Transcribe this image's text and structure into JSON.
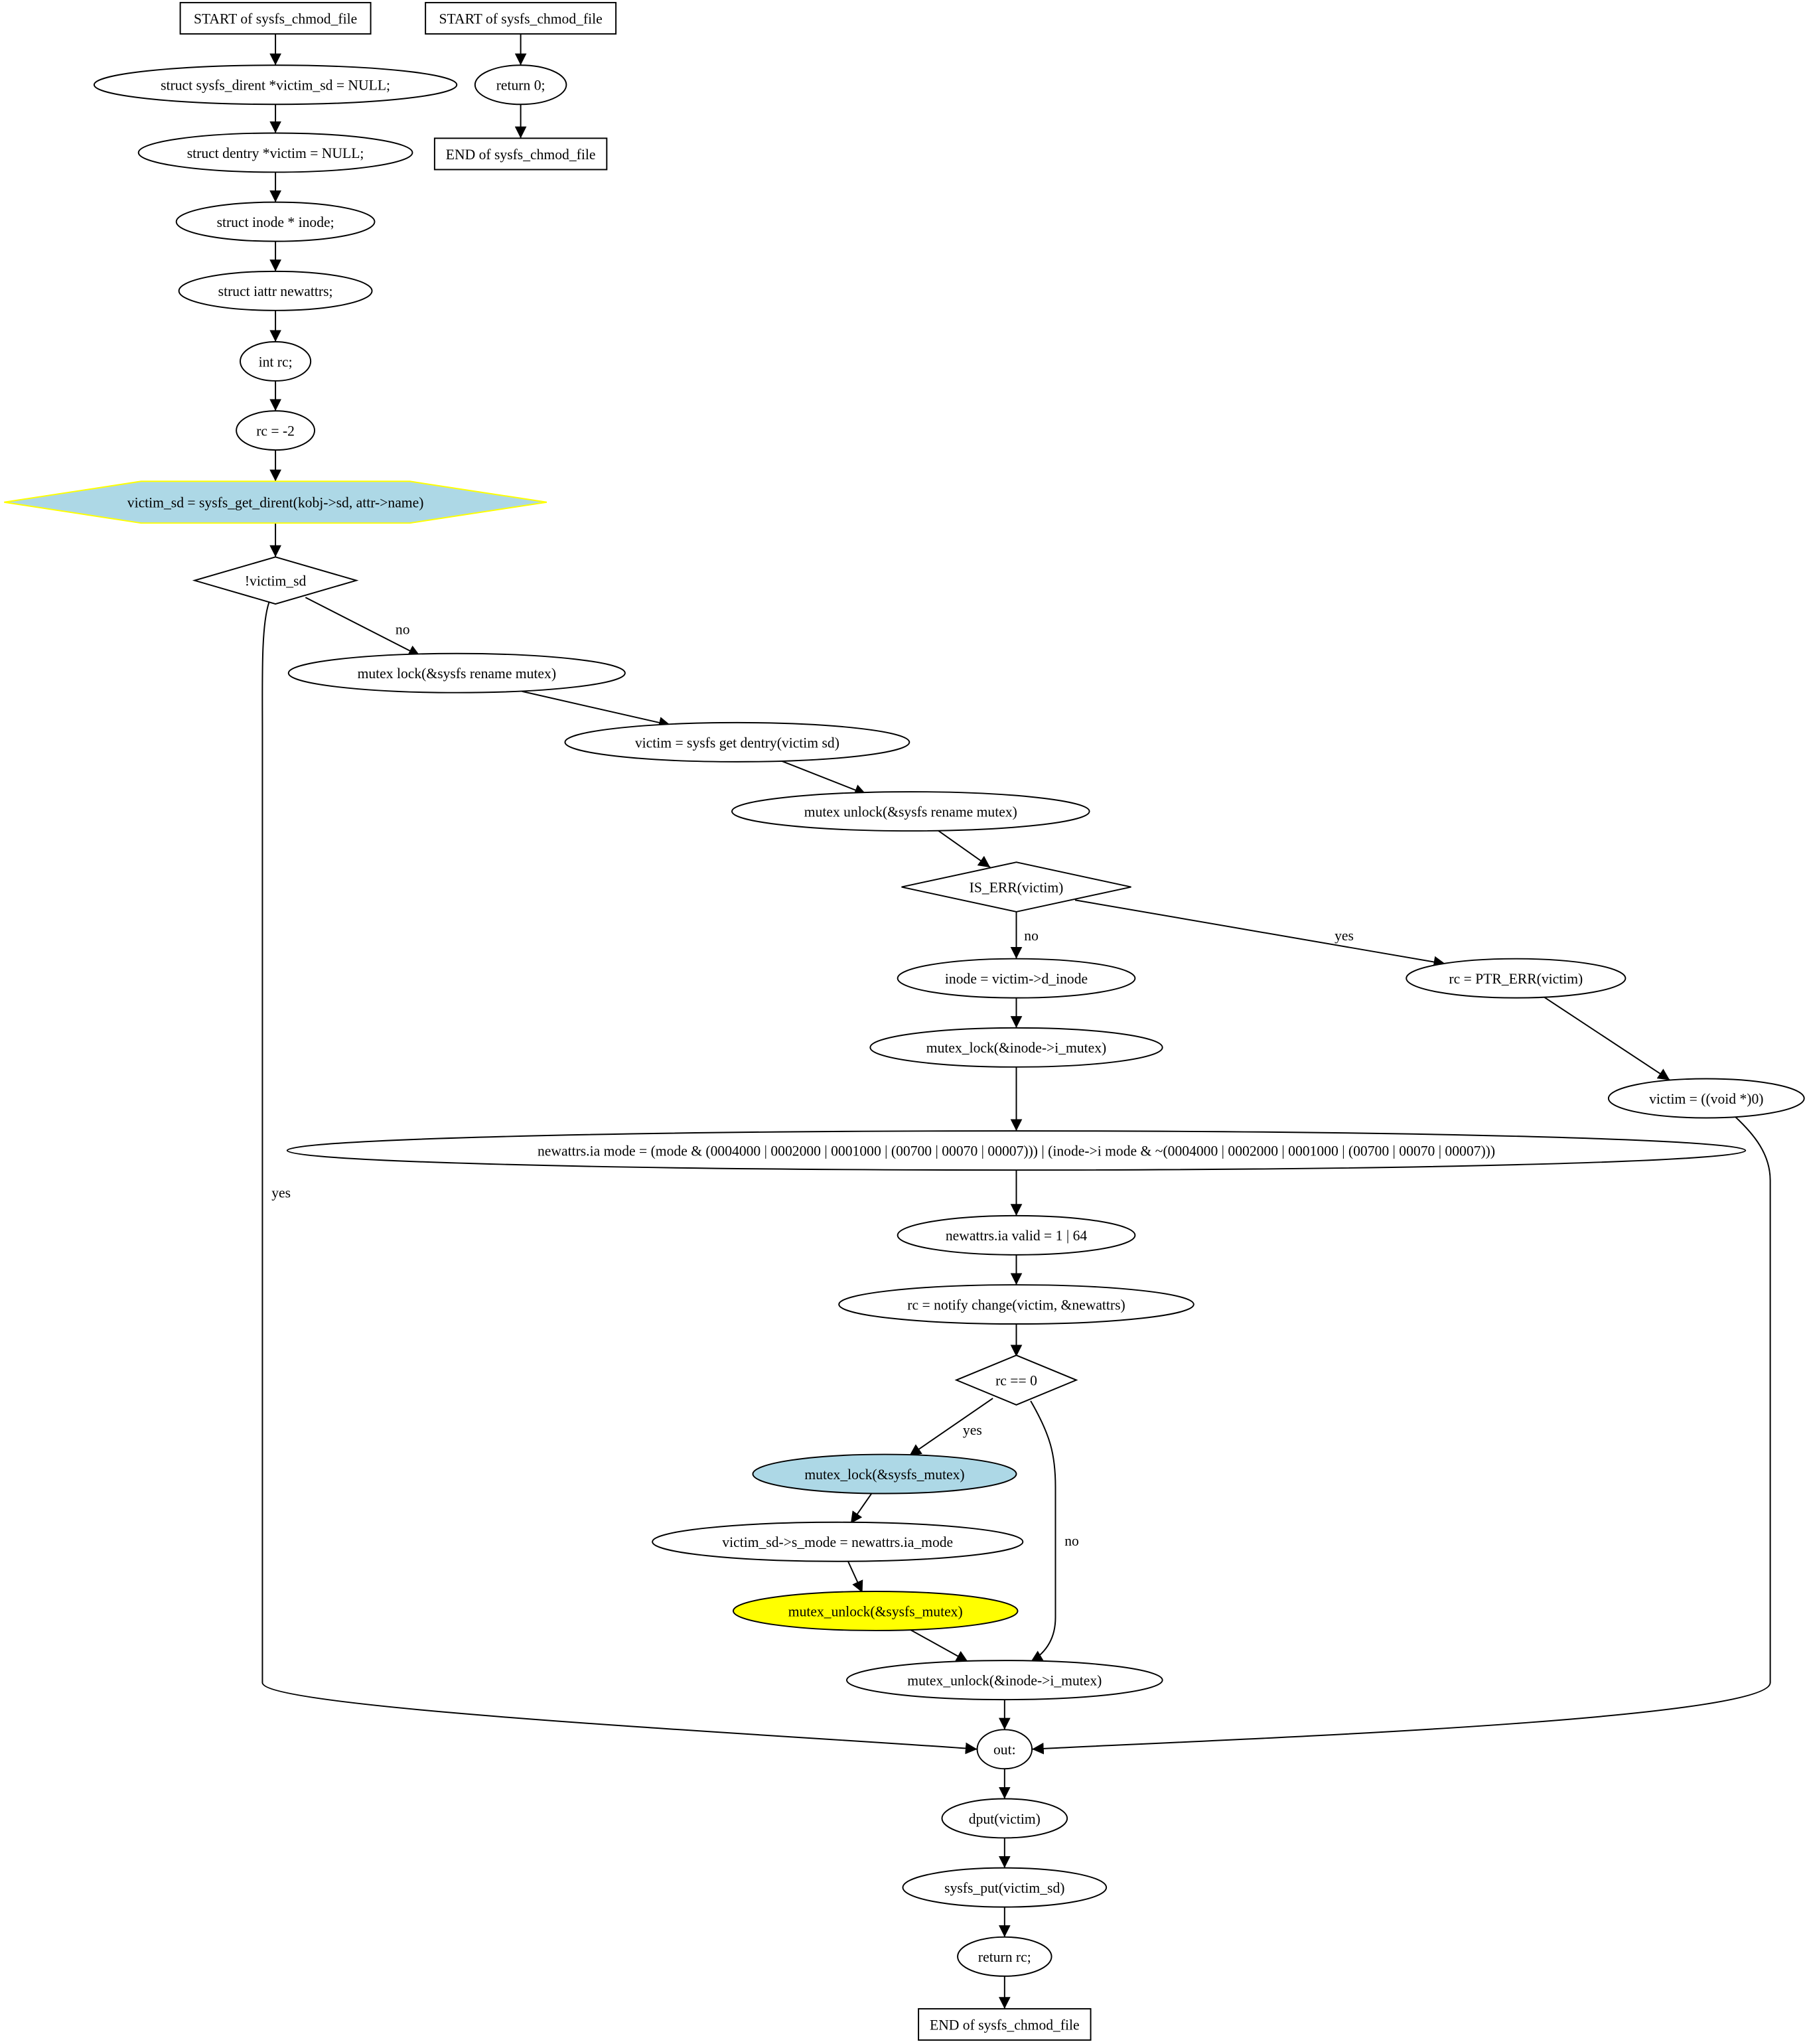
{
  "nodes": [
    {
      "id": "start1",
      "label": "START of sysfs_chmod_file",
      "shape": "box"
    },
    {
      "id": "start2",
      "label": "START of sysfs_chmod_file",
      "shape": "box"
    },
    {
      "id": "ret0",
      "label": "return 0;",
      "shape": "ellipse"
    },
    {
      "id": "end2",
      "label": "END of sysfs_chmod_file",
      "shape": "box"
    },
    {
      "id": "n1",
      "label": "struct sysfs_dirent *victim_sd = NULL;",
      "shape": "ellipse"
    },
    {
      "id": "n2",
      "label": "struct dentry *victim = NULL;",
      "shape": "ellipse"
    },
    {
      "id": "n3",
      "label": "struct inode * inode;",
      "shape": "ellipse"
    },
    {
      "id": "n4",
      "label": "struct iattr newattrs;",
      "shape": "ellipse"
    },
    {
      "id": "n5",
      "label": "int rc;",
      "shape": "ellipse"
    },
    {
      "id": "n6",
      "label": "rc = -2",
      "shape": "ellipse"
    },
    {
      "id": "n7",
      "label": "victim_sd = sysfs_get_dirent(kobj->sd, attr->name)",
      "shape": "hexagon",
      "fill": "#add8e6",
      "stroke": "#ffff00"
    },
    {
      "id": "d1",
      "label": "!victim_sd",
      "shape": "diamond"
    },
    {
      "id": "n8",
      "label": "mutex  lock(&sysfs  rename  mutex)",
      "shape": "ellipse"
    },
    {
      "id": "n9",
      "label": "victim = sysfs  get  dentry(victim  sd)",
      "shape": "ellipse"
    },
    {
      "id": "n10",
      "label": "mutex  unlock(&sysfs  rename  mutex)",
      "shape": "ellipse"
    },
    {
      "id": "d2",
      "label": "IS_ERR(victim)",
      "shape": "diamond"
    },
    {
      "id": "n11",
      "label": "inode = victim->d_inode",
      "shape": "ellipse"
    },
    {
      "id": "n12",
      "label": "rc = PTR_ERR(victim)",
      "shape": "ellipse"
    },
    {
      "id": "n13",
      "label": "mutex_lock(&inode->i_mutex)",
      "shape": "ellipse"
    },
    {
      "id": "n14",
      "label": "victim = ((void *)0)",
      "shape": "ellipse"
    },
    {
      "id": "n15",
      "label": "newattrs.ia  mode = (mode & (0004000 | 0002000 | 0001000 | (00700 | 00070 | 00007))) | (inode->i  mode & ~(0004000 | 0002000 | 0001000 | (00700 | 00070 | 00007)))",
      "shape": "ellipse"
    },
    {
      "id": "n16",
      "label": "newattrs.ia  valid = 1 | 64",
      "shape": "ellipse"
    },
    {
      "id": "n17",
      "label": "rc = notify  change(victim, &newattrs)",
      "shape": "ellipse"
    },
    {
      "id": "d3",
      "label": "rc == 0",
      "shape": "diamond"
    },
    {
      "id": "n18",
      "label": "mutex_lock(&sysfs_mutex)",
      "shape": "ellipse",
      "fill": "#add8e6"
    },
    {
      "id": "n19",
      "label": "victim_sd->s_mode = newattrs.ia_mode",
      "shape": "ellipse"
    },
    {
      "id": "n20",
      "label": "mutex_unlock(&sysfs_mutex)",
      "shape": "ellipse",
      "fill": "#ffff00"
    },
    {
      "id": "n21",
      "label": "mutex_unlock(&inode->i_mutex)",
      "shape": "ellipse"
    },
    {
      "id": "n22",
      "label": "out:",
      "shape": "ellipse"
    },
    {
      "id": "n23",
      "label": "dput(victim)",
      "shape": "ellipse"
    },
    {
      "id": "n24",
      "label": "sysfs_put(victim_sd)",
      "shape": "ellipse"
    },
    {
      "id": "n25",
      "label": "return rc;",
      "shape": "ellipse"
    },
    {
      "id": "end1",
      "label": "END of sysfs_chmod_file",
      "shape": "box"
    }
  ],
  "edges": [
    {
      "id": "e1",
      "from": "start1",
      "to": "n1",
      "label": ""
    },
    {
      "id": "e2",
      "from": "n1",
      "to": "n2",
      "label": ""
    },
    {
      "id": "e3",
      "from": "n2",
      "to": "n3",
      "label": ""
    },
    {
      "id": "e4",
      "from": "n3",
      "to": "n4",
      "label": ""
    },
    {
      "id": "e5",
      "from": "n4",
      "to": "n5",
      "label": ""
    },
    {
      "id": "e6",
      "from": "n5",
      "to": "n6",
      "label": ""
    },
    {
      "id": "e7",
      "from": "n6",
      "to": "n7",
      "label": ""
    },
    {
      "id": "e8",
      "from": "n7",
      "to": "d1",
      "label": ""
    },
    {
      "id": "e9",
      "from": "d1",
      "to": "n8",
      "label": "no"
    },
    {
      "id": "e10",
      "from": "d1",
      "to": "n22",
      "label": "yes"
    },
    {
      "id": "e11",
      "from": "n8",
      "to": "n9",
      "label": ""
    },
    {
      "id": "e12",
      "from": "n9",
      "to": "n10",
      "label": ""
    },
    {
      "id": "e13",
      "from": "n10",
      "to": "d2",
      "label": ""
    },
    {
      "id": "e14",
      "from": "d2",
      "to": "n11",
      "label": "no"
    },
    {
      "id": "e15",
      "from": "d2",
      "to": "n12",
      "label": "yes"
    },
    {
      "id": "e16",
      "from": "n11",
      "to": "n13",
      "label": ""
    },
    {
      "id": "e17",
      "from": "n12",
      "to": "n14",
      "label": ""
    },
    {
      "id": "e18",
      "from": "n13",
      "to": "n15",
      "label": ""
    },
    {
      "id": "e19",
      "from": "n14",
      "to": "n22",
      "label": ""
    },
    {
      "id": "e20",
      "from": "n15",
      "to": "n16",
      "label": ""
    },
    {
      "id": "e21",
      "from": "n16",
      "to": "n17",
      "label": ""
    },
    {
      "id": "e22",
      "from": "n17",
      "to": "d3",
      "label": ""
    },
    {
      "id": "e23",
      "from": "d3",
      "to": "n18",
      "label": "yes"
    },
    {
      "id": "e24",
      "from": "d3",
      "to": "n21",
      "label": "no"
    },
    {
      "id": "e25",
      "from": "n18",
      "to": "n19",
      "label": ""
    },
    {
      "id": "e26",
      "from": "n19",
      "to": "n20",
      "label": ""
    },
    {
      "id": "e27",
      "from": "n20",
      "to": "n21",
      "label": ""
    },
    {
      "id": "e28",
      "from": "n21",
      "to": "n22",
      "label": ""
    },
    {
      "id": "e29",
      "from": "n22",
      "to": "n23",
      "label": ""
    },
    {
      "id": "e30",
      "from": "n23",
      "to": "n24",
      "label": ""
    },
    {
      "id": "e31",
      "from": "n24",
      "to": "n25",
      "label": ""
    },
    {
      "id": "e32",
      "from": "n25",
      "to": "end1",
      "label": ""
    },
    {
      "id": "e33",
      "from": "start2",
      "to": "ret0",
      "label": ""
    },
    {
      "id": "e34",
      "from": "ret0",
      "to": "end2",
      "label": ""
    }
  ]
}
